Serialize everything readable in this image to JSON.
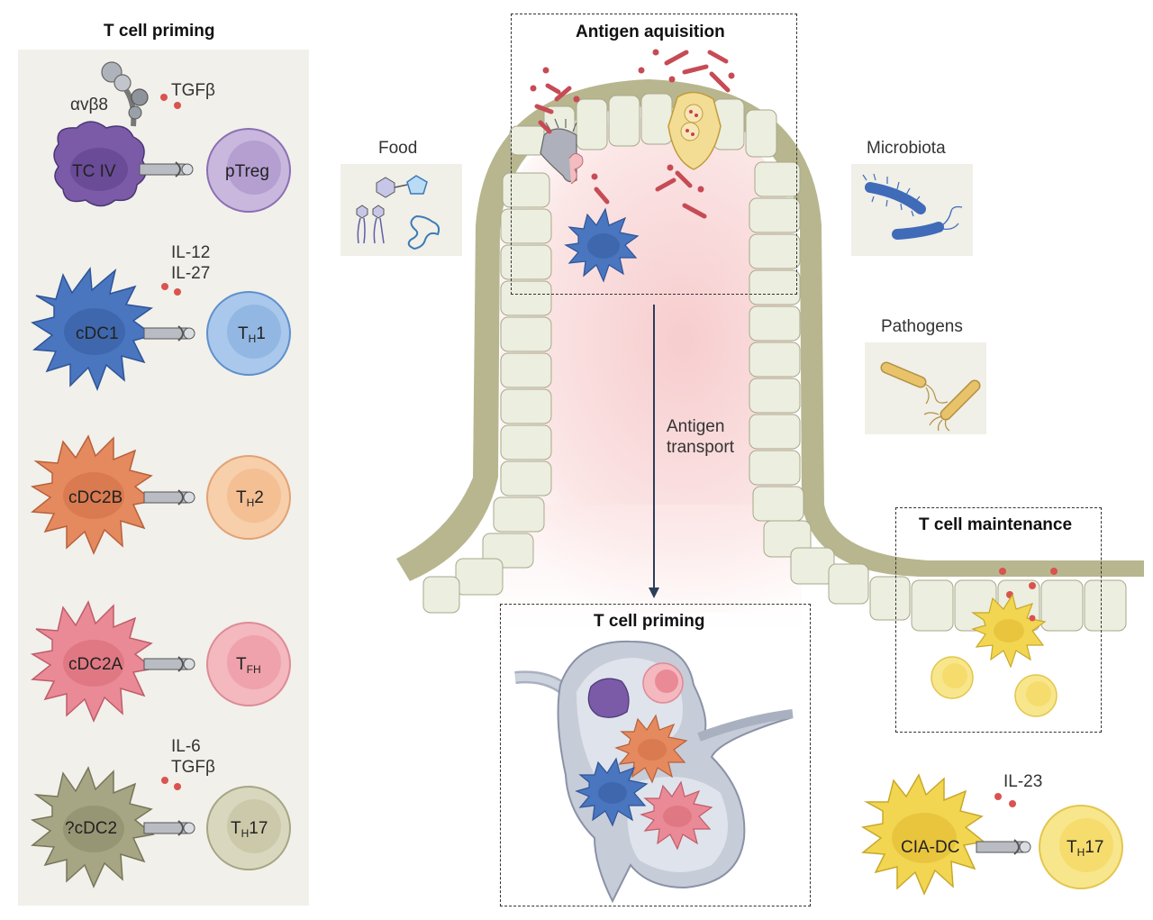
{
  "left_panel": {
    "title": "T cell priming",
    "rows": [
      {
        "dc": "TC IV",
        "t": "pTreg",
        "t_sub": "",
        "t_suffix": "",
        "cytokines": [
          "TGFβ"
        ],
        "extra": "αvβ8",
        "dc_color": "#7a5aa6",
        "t_color": "#c9b7dd"
      },
      {
        "dc": "cDC1",
        "t": "T",
        "t_sub": "H",
        "t_suffix": "1",
        "cytokines": [
          "IL-12",
          "IL-27"
        ],
        "dc_color": "#4a76c0",
        "t_color": "#a9c8ec"
      },
      {
        "dc": "cDC2B",
        "t": "T",
        "t_sub": "H",
        "t_suffix": "2",
        "cytokines": [],
        "dc_color": "#e58a5e",
        "t_color": "#f7cfaa"
      },
      {
        "dc": "cDC2A",
        "t": "T",
        "t_sub": "FH",
        "t_suffix": "",
        "cytokines": [],
        "dc_color": "#ea8a96",
        "t_color": "#f4b8bf"
      },
      {
        "dc": "?cDC2",
        "t": "T",
        "t_sub": "H",
        "t_suffix": "17",
        "cytokines": [
          "IL-6",
          "TGFβ"
        ],
        "dc_color": "#a6a584",
        "t_color": "#d9d8bf"
      }
    ]
  },
  "center": {
    "antigen_box_title": "Antigen aquisition",
    "transport_label_1": "Antigen",
    "transport_label_2": "transport",
    "priming_box_title": "T cell priming"
  },
  "sources": {
    "food": "Food",
    "microbiota": "Microbiota",
    "pathogens": "Pathogens"
  },
  "maintenance": {
    "title": "T cell maintenance"
  },
  "cia": {
    "dc": "CIA-DC",
    "t": "T",
    "t_sub": "H",
    "t_suffix": "17",
    "cytokine": "IL-23",
    "dc_color": "#f2d652",
    "t_color": "#f8e68c"
  }
}
